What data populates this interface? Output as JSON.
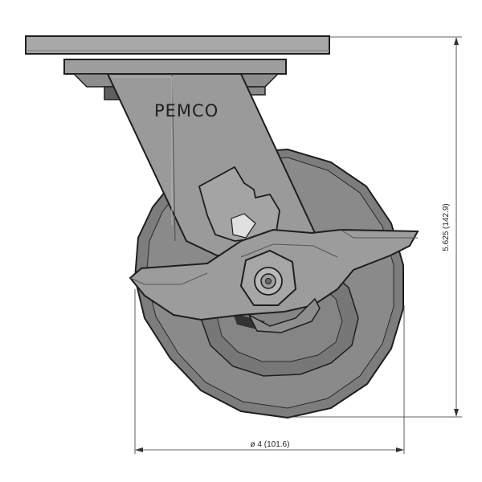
{
  "brand": {
    "name": "PEMCO"
  },
  "dimensions": {
    "height_label": "5.625 (142.9)",
    "diameter_label": "ø 4 (101.6)"
  },
  "colors": {
    "metal_light": "#a9a9a9",
    "metal_mid": "#8e8e8e",
    "metal_dark": "#6e6e6e",
    "tire": "#7b7b7b",
    "tire_inner": "#6a6a6a",
    "outline": "#1e1e1e",
    "dimension_line": "#333333"
  }
}
